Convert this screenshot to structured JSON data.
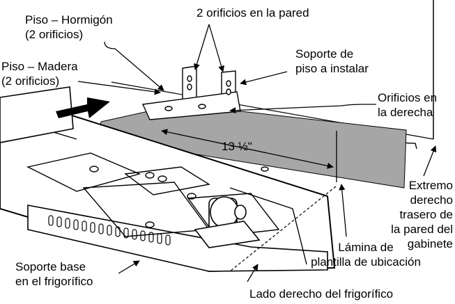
{
  "labels": {
    "floor_concrete": [
      "Piso – Hormigón",
      "(2 orificios)"
    ],
    "wall_holes": "2 orificios en la pared",
    "floor_wood": [
      "Piso – Madera",
      "(2 orificios)"
    ],
    "floor_bracket": [
      "Soporte de",
      "piso a instalar"
    ],
    "right_holes": [
      "Orificios en",
      "la derecha"
    ],
    "dimension": "13 ½\"",
    "cabinet_rear_end": [
      "Extremo",
      "derecho",
      "trasero de",
      "la pared del",
      "gabinete"
    ],
    "template_sheet": [
      "Lámina de",
      "plantilla de ubicación"
    ],
    "base_bracket": [
      "Soporte base",
      "en el frigorífico"
    ],
    "fridge_right_side": "Lado derecho del frigorífico"
  },
  "colors": {
    "line": "#000000",
    "template_fill": "#a6a6a6",
    "fridge_fill": "#ffffff",
    "slot_fill": "#ffffff"
  }
}
